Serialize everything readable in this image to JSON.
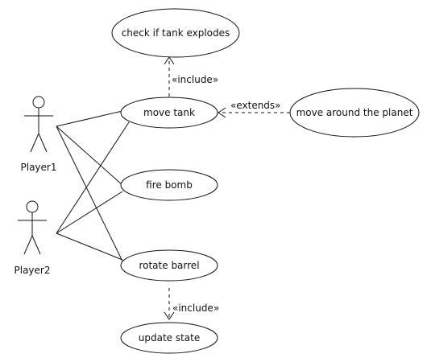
{
  "actors": {
    "player1": "Player1",
    "player2": "Player2"
  },
  "use_cases": {
    "check_explodes": "check if tank explodes",
    "move_tank": "move tank",
    "move_around": "move around the planet",
    "fire_bomb": "fire bomb",
    "rotate_barrel": "rotate barrel",
    "update_state": "update state"
  },
  "relations": {
    "include_top": "«include»",
    "extends": "«extends»",
    "include_bottom": "«include»"
  }
}
